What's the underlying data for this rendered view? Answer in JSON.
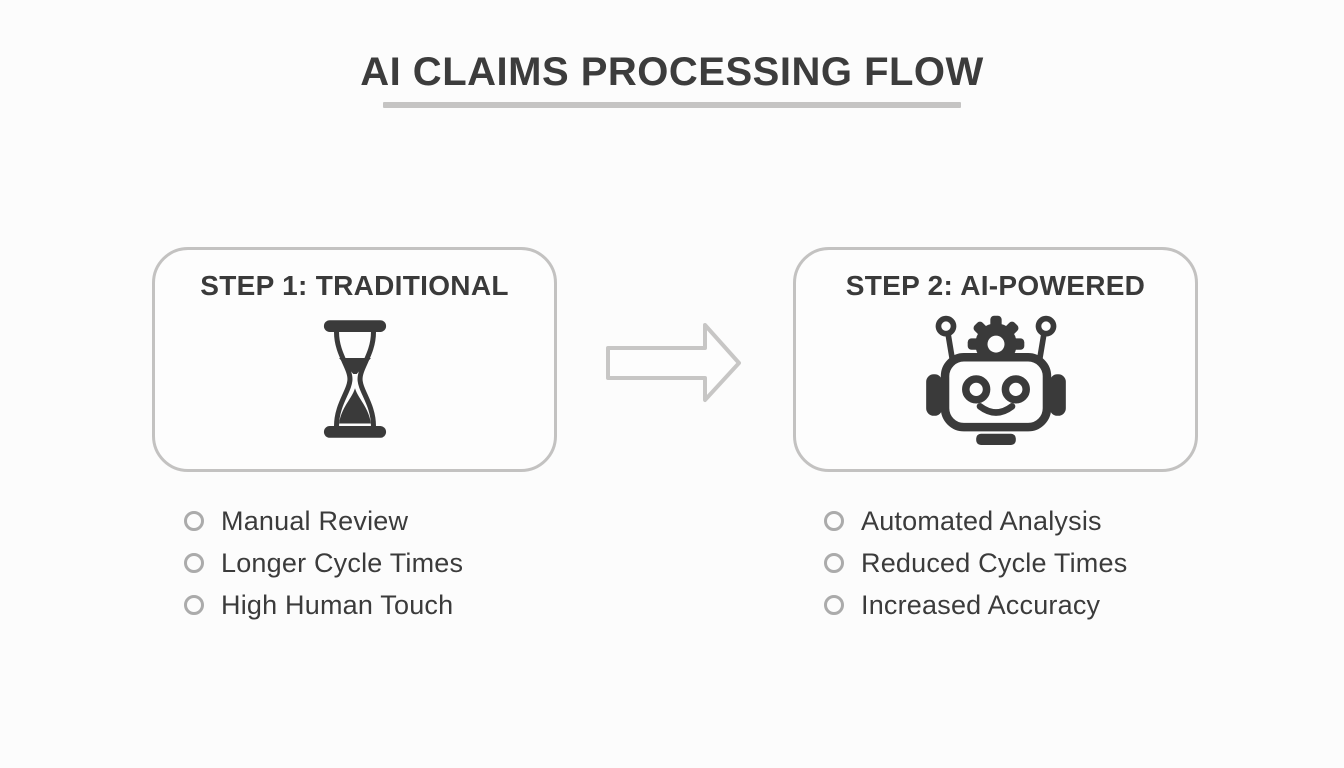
{
  "title": {
    "text": "AI CLAIMS PROCESSING FLOW"
  },
  "steps": [
    {
      "title": "STEP 1: TRADITIONAL",
      "icon": "hourglass-icon",
      "bullets": [
        "Manual Review",
        "Longer Cycle Times",
        "High Human Touch"
      ]
    },
    {
      "title": "STEP 2: AI-POWERED",
      "icon": "robot-icon",
      "bullets": [
        "Automated Analysis",
        "Reduced Cycle Times",
        "Increased Accuracy"
      ]
    }
  ],
  "flow": {
    "icon": "right-arrow-icon"
  },
  "colors": {
    "ink": "#3a3a3a",
    "box_border": "#c3c2c1",
    "arrow_outline": "#c7c6c5",
    "bullet_ring": "#ababab",
    "title_underline": "#c5c4c3",
    "background": "#fcfcfc"
  }
}
